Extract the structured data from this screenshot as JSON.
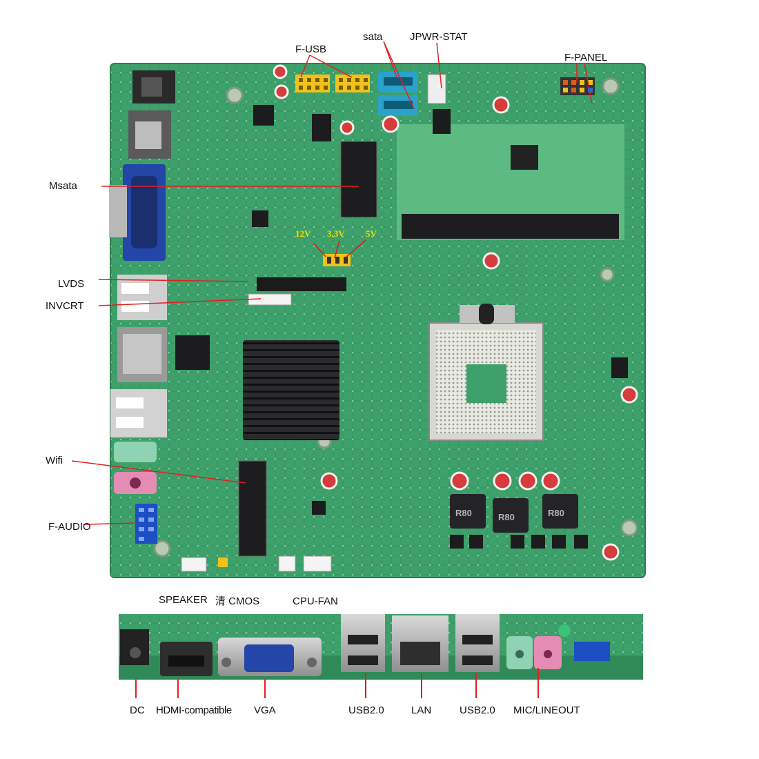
{
  "colors": {
    "pcb": "#3ea06a",
    "pcb_dark": "#2c7e52",
    "pcb_light": "#5fbb84",
    "callout_line": "#e02020",
    "label": "#111111",
    "voltage_text": "#f2e000"
  },
  "board_labels": {
    "f_usb": "F-USB",
    "sata": "sata",
    "jpwr_stat": "JPWR-STAT",
    "f_panel": "F-PANEL",
    "msata": "Msata",
    "lvds": "LVDS",
    "invcrt": "INVCRT",
    "wifi": "Wifi",
    "f_audio": "F-AUDIO",
    "speaker": "SPEAKER",
    "cmos": "清 CMOS",
    "cpu_fan": "CPU-FAN",
    "v12": "12V",
    "v33": "3.3V",
    "v5": "5V",
    "silk_r80_1": "R80",
    "silk_r80_2": "R80",
    "silk_r80_3": "R80"
  },
  "io_labels": {
    "dc": "DC",
    "hdmi": "HDMI-compatible",
    "vga": "VGA",
    "usb_left": "USB2.0",
    "lan": "LAN",
    "usb_right": "USB2.0",
    "mic_lineout": "MIC/LINEOUT"
  }
}
